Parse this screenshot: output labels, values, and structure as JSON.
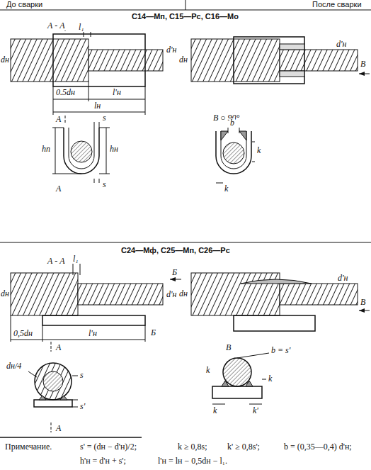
{
  "diagram": {
    "labels": [
      "До сварки",
      "После сварки",
      "C14—Мп, C15—Рс, C16—Мо",
      "А - А",
      "l₁",
      "dн",
      "d'н",
      "0.5dн",
      "l'н",
      "lн",
      "A",
      "A",
      "s",
      "hп",
      "hн",
      "s",
      "dн",
      "d'н",
      "B",
      "В ○ 90°",
      "b",
      "k",
      "k",
      "C24—Мф, C25—Мп, C26—Рс",
      "А - А",
      "l₁",
      "Б",
      "dн",
      "d'н",
      "0,5dн",
      "l'н",
      "A",
      "Б",
      "dн/4",
      "s",
      "s'",
      "A",
      "dн",
      "d'н",
      "B",
      "B",
      "b = s'",
      "k",
      "k",
      "k",
      "k'",
      "Примечание.",
      "s' = (dн − d'н)/2;",
      "k ≥ 0,8s;",
      "k' ≥ 0,8s';",
      "b = (0,35—0,4) d'н;",
      "h'н = d'н + s';",
      "l'н = lн − 0,5dн − l₁."
    ]
  }
}
